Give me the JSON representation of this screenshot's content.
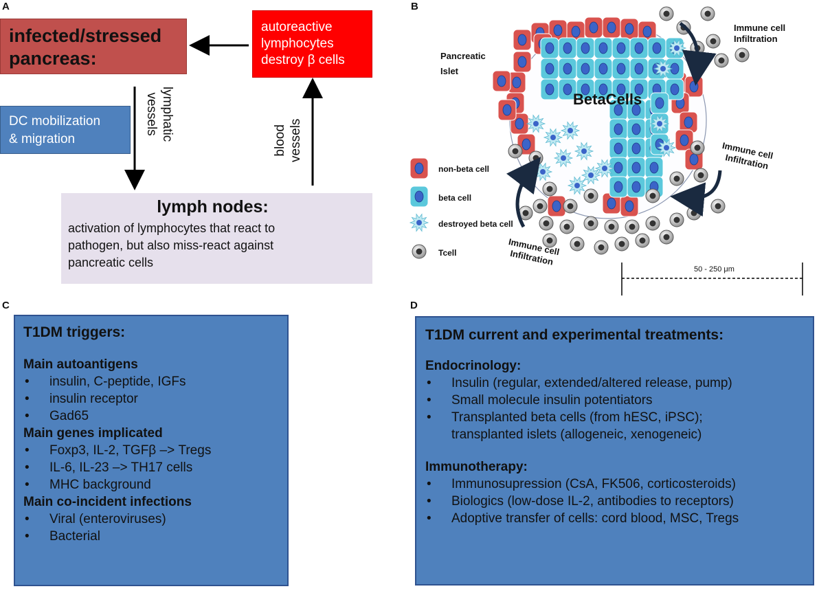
{
  "panels": {
    "a": "A",
    "b": "B",
    "c": "C",
    "d": "D"
  },
  "panel_a": {
    "infected_line1": "infected/stressed",
    "infected_line2": "pancreas:",
    "auto_line1": "autoreactive",
    "auto_line2": "lymphocytes",
    "auto_line3": "destroy β cells",
    "dc_line1": "DC mobilization",
    "dc_line2": "& migration",
    "lymphatic_line1": "lymphatic",
    "lymphatic_line2": "vessels",
    "blood_line1": "blood",
    "blood_line2": "vessels",
    "lymph_title": "lymph nodes:",
    "lymph_line1": "activation of lymphocytes that react to",
    "lymph_line2": "pathogen, but also miss-react against",
    "lymph_line3": "pancreatic cells"
  },
  "panel_b": {
    "islet_line1": "Pancreatic",
    "islet_line2": "Islet",
    "beta_title": "BetaCells",
    "infil_top_1": "Immune cell",
    "infil_top_2": "Infiltration",
    "infil_right_1": "Immune cell",
    "infil_right_2": "Infiltration",
    "infil_bottom_1": "Immune cell",
    "infil_bottom_2": "Infiltration",
    "legend": [
      "non-beta cell",
      "beta cell",
      "destroyed beta cell",
      "Tcell"
    ],
    "scale": "50 - 250 μm",
    "colors": {
      "nonbeta": "#d9534f",
      "beta": "#5bc8dc",
      "nucleus": "#3b64c8",
      "tcell": "#777777"
    }
  },
  "panel_c": {
    "title": "T1DM triggers:",
    "s1": "Main autoantigens",
    "s1_items": [
      "insulin, C-peptide, IGFs",
      "insulin receptor",
      "Gad65"
    ],
    "s2": "Main genes implicated",
    "s2_items": [
      "Foxp3, IL-2, TGFβ –> Tregs",
      "IL-6, IL-23 –> TH17 cells",
      "MHC background"
    ],
    "s3": "Main co-incident infections",
    "s3_items": [
      "Viral (enteroviruses)",
      "Bacterial"
    ]
  },
  "panel_d": {
    "title": "T1DM current and experimental treatments:",
    "s1": "Endocrinology:",
    "s1_items": [
      "Insulin (regular, extended/altered release, pump)",
      "Small molecule insulin potentiators",
      "Transplanted beta cells (from hESC, iPSC);"
    ],
    "s1_cont": "transplanted islets (allogeneic, xenogeneic)",
    "s2": "Immunotherapy:",
    "s2_items": [
      "Immunosupression (CsA, FK506, corticosteroids)",
      "Biologics (low-dose IL-2, antibodies to receptors)",
      "Adoptive transfer of cells: cord blood, MSC, Tregs"
    ]
  }
}
